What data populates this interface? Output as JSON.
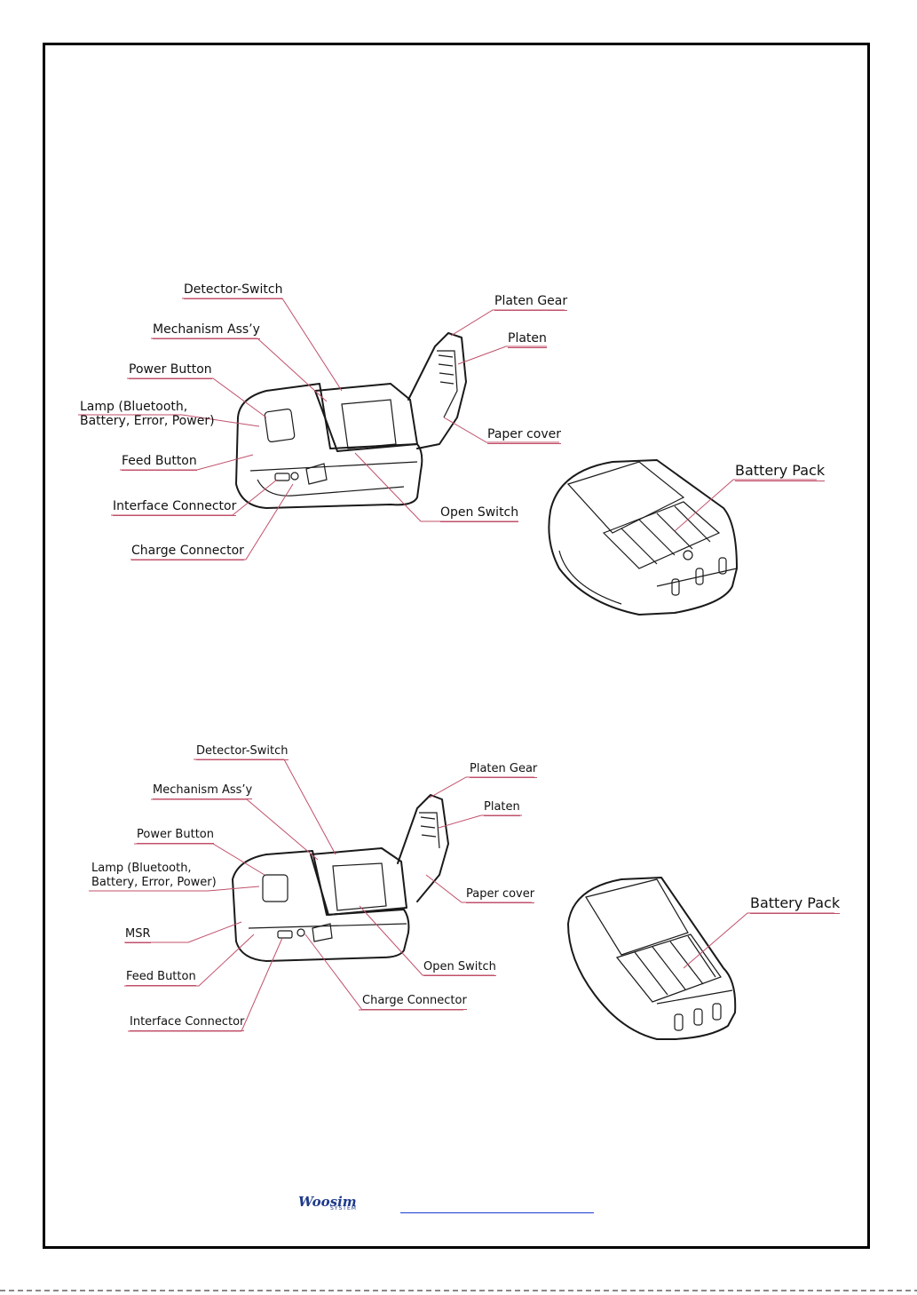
{
  "top_figure": {
    "labels": {
      "detector_switch": "Detector-Switch",
      "mechanism": "Mechanism Ass’y",
      "power_button": "Power Button",
      "lamp_line1": "Lamp (Bluetooth,",
      "lamp_line2": "Battery, Error, Power)",
      "feed_button": "Feed Button",
      "interface_connector": "Interface Connector",
      "charge_connector": "Charge Connector",
      "platen_gear": "Platen Gear",
      "platen": "Platen",
      "paper_cover": "Paper cover",
      "open_switch": "Open Switch",
      "battery_pack": "Battery Pack"
    }
  },
  "bottom_figure": {
    "labels": {
      "detector_switch": "Detector-Switch",
      "mechanism": "Mechanism Ass’y",
      "power_button": "Power Button",
      "lamp_line1": "Lamp (Bluetooth,",
      "lamp_line2": "Battery, Error, Power)",
      "msr": "MSR",
      "feed_button": "Feed Button",
      "interface_connector": "Interface Connector",
      "charge_connector": "Charge Connector",
      "platen_gear": "Platen Gear",
      "platen": "Platen",
      "paper_cover": "Paper cover",
      "open_switch": "Open Switch",
      "battery_pack": "Battery Pack"
    }
  },
  "footer": {
    "logo": "Woosim",
    "logo_sub": "SYSTEM"
  },
  "colors": {
    "leader": "#c0506a",
    "link": "#1a3fd6",
    "logo": "#1e3a8a"
  }
}
